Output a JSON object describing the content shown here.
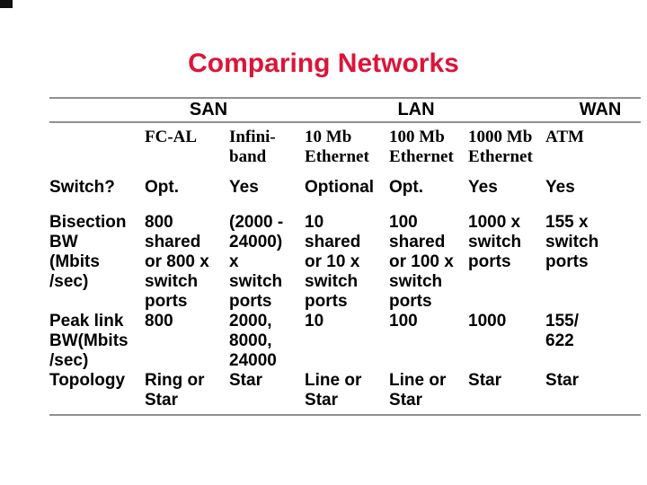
{
  "slide": {
    "title": "Comparing Networks"
  },
  "colors": {
    "title_red": "#DC1438",
    "rule_gray": "#909090",
    "text_black": "#000000"
  },
  "table": {
    "group_headers": [
      {
        "label": "SAN",
        "span": 2
      },
      {
        "label": "LAN",
        "span": 3
      },
      {
        "label": "WAN",
        "span": 1
      }
    ],
    "column_headers": [
      "FC-AL",
      "Infini-\nband",
      "10 Mb\nEthernet",
      "100 Mb\nEthernet",
      "1000 Mb\nEthernet",
      "ATM"
    ],
    "rows": [
      {
        "label": "Switch?",
        "cells": [
          "Opt.",
          "Yes",
          "Optional",
          "Opt.",
          "Yes",
          "Yes"
        ]
      },
      {
        "label": "Bisection\nBW\n(Mbits\n/sec)",
        "cells": [
          "800\nshared\nor 800 x\nswitch\nports",
          "(2000 -\n24000)\nx\nswitch\nports",
          "10\nshared\nor 10 x\nswitch\nports",
          "100\nshared\nor 100 x\nswitch\nports",
          "1000 x\nswitch\nports",
          "155 x\nswitch\nports"
        ]
      },
      {
        "label": "Peak link\nBW(Mbits\n/sec)",
        "cells": [
          "800",
          "2000,\n8000,\n24000",
          "10",
          "100",
          "1000",
          "155/\n622"
        ]
      },
      {
        "label": "Topology",
        "cells": [
          "Ring or\nStar",
          "Star",
          "Line or\nStar",
          "Line or\nStar",
          "Star",
          "Star"
        ]
      }
    ]
  }
}
